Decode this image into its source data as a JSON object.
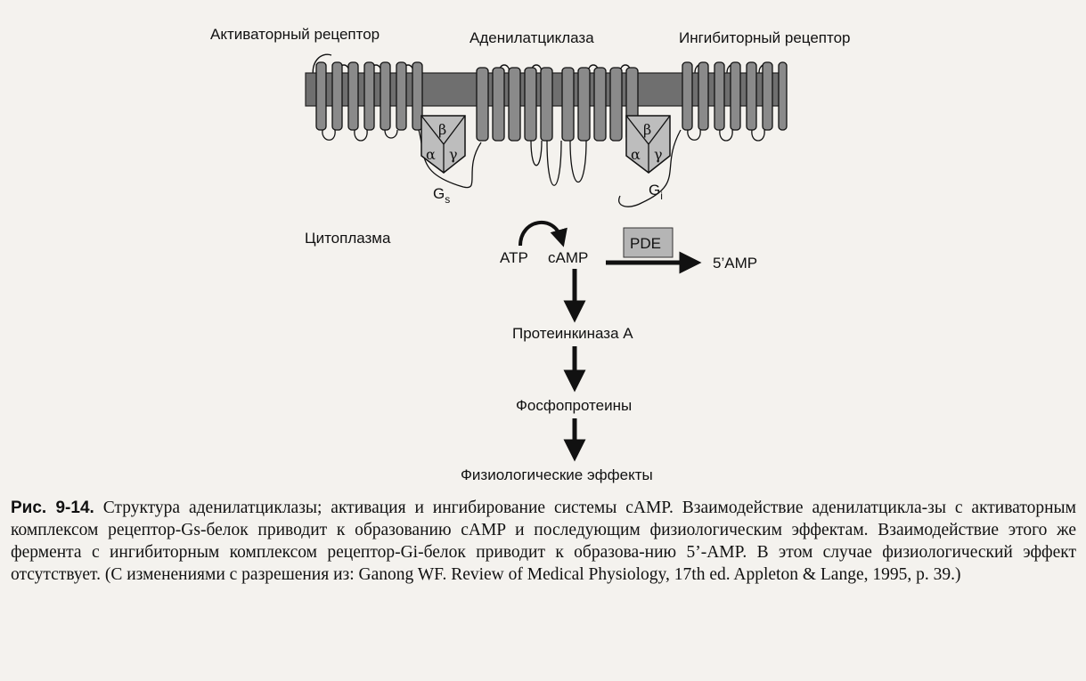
{
  "labels": {
    "activating_receptor": "Активаторный рецептор",
    "adenylate_cyclase": "Аденилатциклаза",
    "inhibitory_receptor": "Ингибиторный рецептор",
    "cytoplasm": "Цитоплазма",
    "atp": "ATP",
    "camp": "cAMP",
    "pde": "PDE",
    "amp5": "5’AMP",
    "protein_kinase": "Протеинкиназа А",
    "phosphoproteins": "Фосфопротеины",
    "effects": "Физиологические эффекты",
    "gs_letter": "G",
    "gs_sub": "s",
    "gi_letter": "G",
    "gi_sub": "i",
    "alpha": "α",
    "beta": "β",
    "gamma": "γ"
  },
  "caption": {
    "fig_label": "Рис. 9-14.",
    "text": "Структура аденилатциклазы; активация и ингибирование системы cAMP. Взаимодействие аденилатцикла-зы с активаторным комплексом рецептор-Gs-белок приводит к образованию cAMP и последующим физиологическим эффектам. Взаимодействие этого же фермента с ингибиторным комплексом рецептор-Gi-белок приводит к образова-нию 5’-AMP. В этом случае физиологический эффект отсутствует. (С изменениями с разрешения из: Ganong WF. Review of Medical Physiology, 17th ed. Appleton & Lange, 1995, p. 39.)"
  },
  "colors": {
    "membrane": "#6f6f6f",
    "helix": "#8a8a8a",
    "gprotein": "#bdbdbd",
    "pde_box": "#b5b5b5",
    "ink": "#111111"
  }
}
